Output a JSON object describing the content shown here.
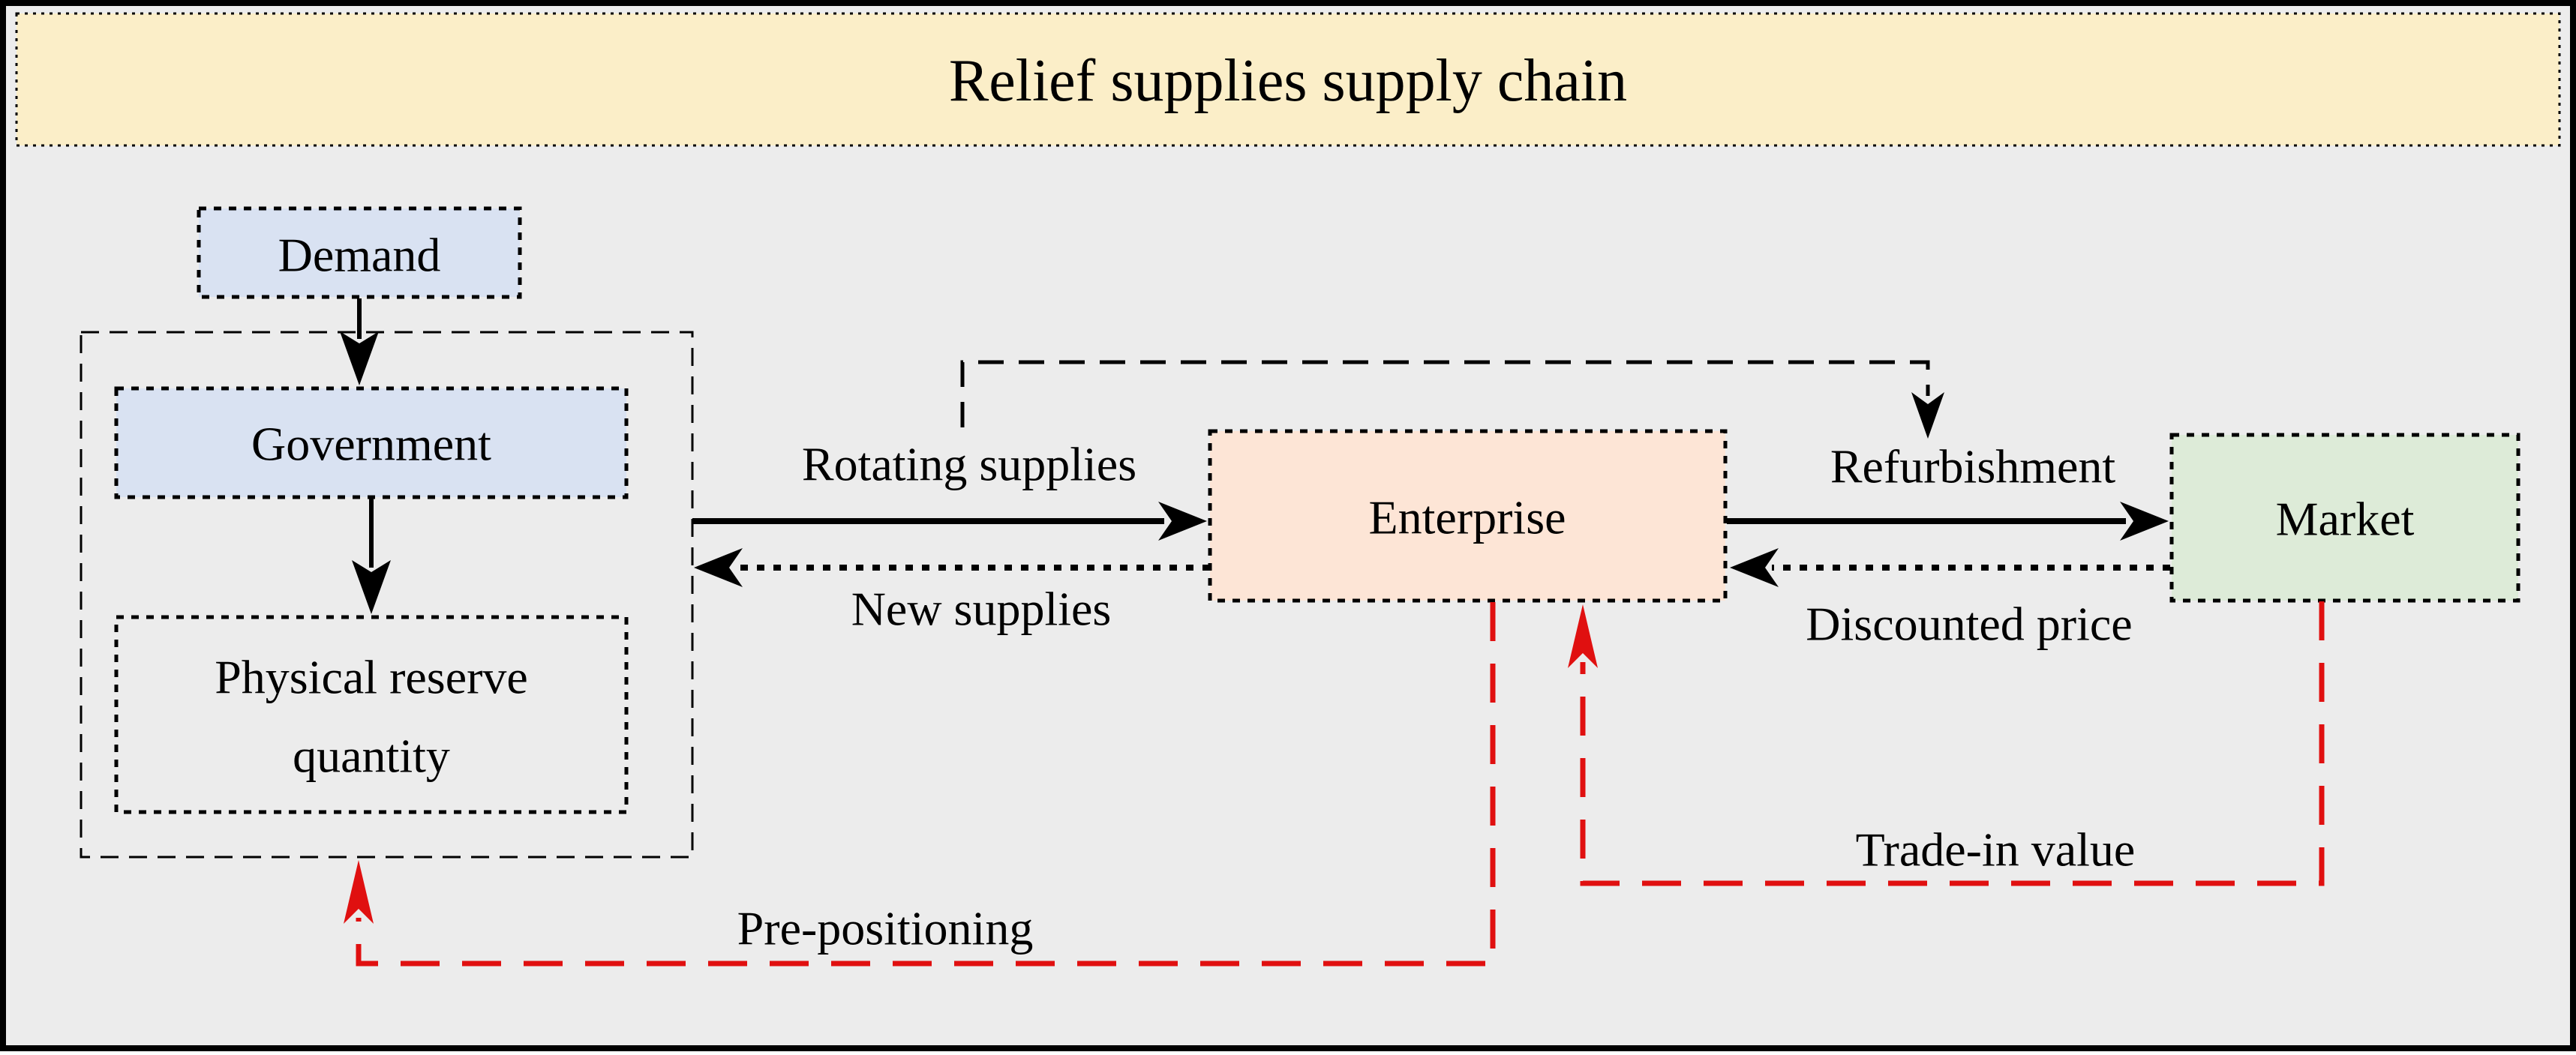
{
  "title": "Relief supplies supply chain",
  "nodes": {
    "demand": "Demand",
    "government": "Government",
    "physical_reserve_line1": "Physical reserve",
    "physical_reserve_line2": "quantity",
    "enterprise": "Enterprise",
    "market": "Market"
  },
  "flows": {
    "rotating_supplies": "Rotating supplies",
    "new_supplies": "New supplies",
    "refurbishment": "Refurbishment",
    "discounted_price": "Discounted price",
    "trade_in_value": "Trade-in value",
    "pre_positioning": "Pre-positioning"
  },
  "colors": {
    "background": "#ECECEC",
    "frame_stroke": "#000000",
    "title_fill": "#FBEEC8",
    "government_fill": "#D9E2F2",
    "enterprise_fill": "#FDE5D6",
    "market_fill": "#DDEBD8",
    "arrow_black": "#000000",
    "arrow_red": "#E01010"
  }
}
